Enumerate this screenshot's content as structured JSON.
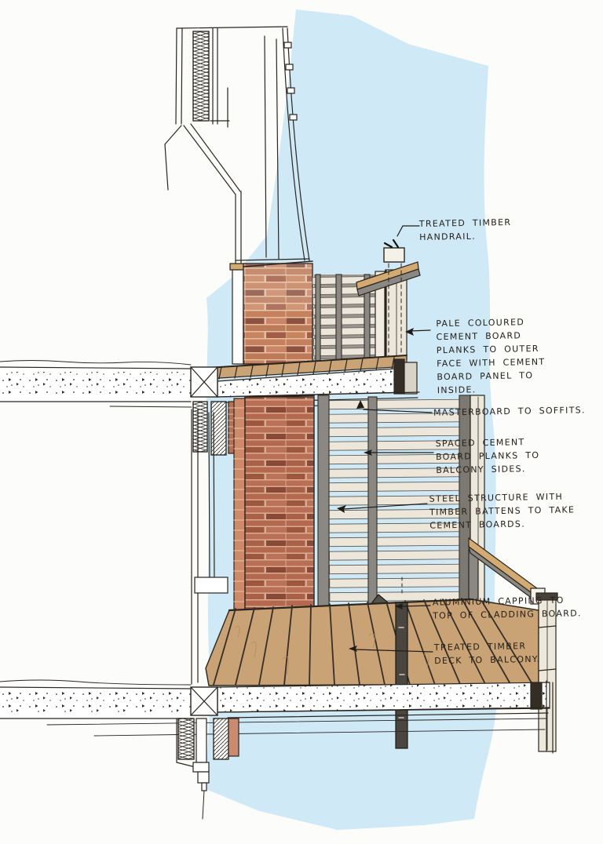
{
  "title": "Balcony construction detail sketch",
  "palette": {
    "wash": "#cfe9f6",
    "line": "#2a251e",
    "brick_mortar": "#e4bfa3",
    "brick": "#c5815e",
    "brick_dark": "#8f5240",
    "brick_deep": "#b96f55",
    "pier_mortar": "#d9ab90",
    "timber": "#c9a276",
    "timber_light": "#d3aa71",
    "board": "#ece7da",
    "batten": "#8b8883",
    "steel_dark": "#4a453e",
    "text": "#262019"
  },
  "annotations": [
    {
      "id": "treated-timber-handrail",
      "lines": [
        "TREATED TIMBER",
        "HANDRAIL."
      ]
    },
    {
      "id": "pale-cement-board",
      "lines": [
        "PALE COLOURED",
        "CEMENT BOARD",
        "PLANKS TO OUTER",
        "FACE WITH CEMENT",
        "BOARD PANEL TO",
        "INSIDE."
      ]
    },
    {
      "id": "masterboard-soffits",
      "lines": [
        "MASTERBOARD TO SOFFITS."
      ]
    },
    {
      "id": "spaced-cement-board",
      "lines": [
        "SPACED CEMENT",
        "BOARD PLANKS TO",
        "BALCONY SIDES."
      ]
    },
    {
      "id": "steel-structure",
      "lines": [
        "STEEL STRUCTURE WITH",
        "TIMBER BATTENS TO TAKE",
        "CEMENT BOARDS."
      ]
    },
    {
      "id": "aluminium-capping",
      "lines": [
        "ALUMINIUM CAPPING TO",
        "TOP OF CLADDING BOARD."
      ]
    },
    {
      "id": "treated-timber-deck",
      "lines": [
        "TREATED TIMBER",
        "DECK TO BALCONY."
      ]
    }
  ]
}
